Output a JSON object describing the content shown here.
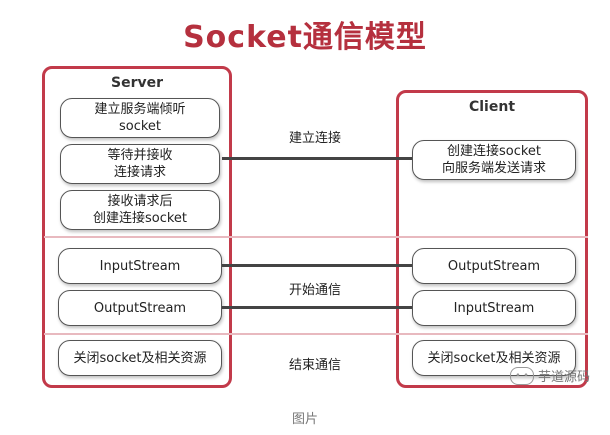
{
  "title": "Socket通信模型",
  "server": {
    "label": "Server",
    "boxes": [
      "建立服务端倾听\nsocket",
      "等待并接收\n连接请求",
      "接收请求后\n创建连接socket"
    ],
    "input_stream": "InputStream",
    "output_stream": "OutputStream",
    "close": "关闭socket及相关资源"
  },
  "client": {
    "label": "Client",
    "connect": "创建连接socket\n向服务端发送请求",
    "output_stream": "OutputStream",
    "input_stream": "InputStream",
    "close": "关闭socket及相关资源"
  },
  "labels": {
    "connect": "建立连接",
    "communicate": "开始通信",
    "end": "结束通信"
  },
  "watermark": "芋道源码",
  "caption": "图片",
  "colors": {
    "accent": "#c23a4a",
    "title": "#b5303e"
  }
}
